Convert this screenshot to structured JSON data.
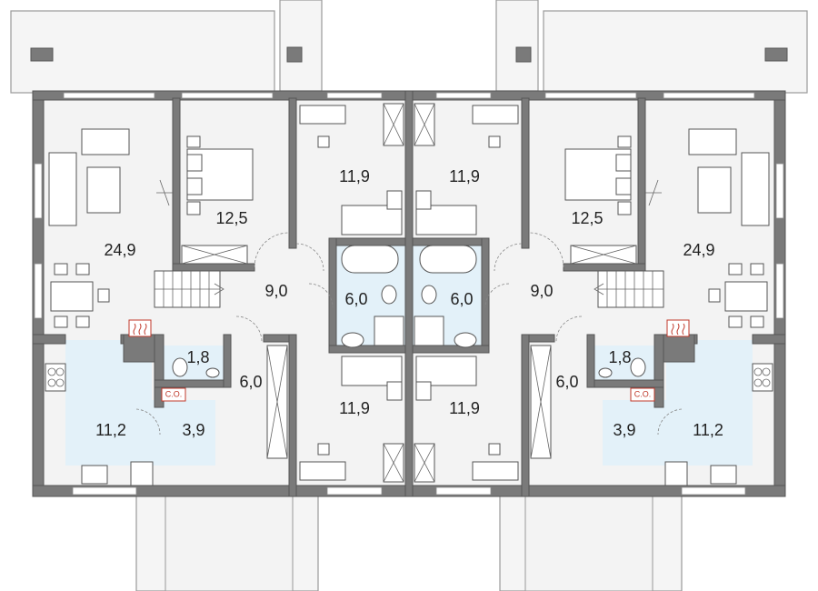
{
  "diagram": {
    "rooms": [
      {
        "id": "living-left",
        "label": "24,9"
      },
      {
        "id": "bedroom-left",
        "label": "12,5"
      },
      {
        "id": "room-top-left",
        "label": "11,9"
      },
      {
        "id": "room-top-right",
        "label": "11,9"
      },
      {
        "id": "bedroom-right",
        "label": "12,5"
      },
      {
        "id": "living-right",
        "label": "24,9"
      },
      {
        "id": "hall-left",
        "label": "9,0"
      },
      {
        "id": "bath-left",
        "label": "6,0"
      },
      {
        "id": "bath-right",
        "label": "6,0"
      },
      {
        "id": "hall-right",
        "label": "9,0"
      },
      {
        "id": "wc-left",
        "label": "1,8"
      },
      {
        "id": "wc-right",
        "label": "1,8"
      },
      {
        "id": "corridor-left",
        "label": "6,0"
      },
      {
        "id": "corridor-right",
        "label": "6,0"
      },
      {
        "id": "kitchen-left",
        "label": "11,2"
      },
      {
        "id": "utility-left",
        "label": "3,9"
      },
      {
        "id": "room-bottom-left",
        "label": "11,9"
      },
      {
        "id": "room-bottom-right",
        "label": "11,9"
      },
      {
        "id": "utility-right",
        "label": "3,9"
      },
      {
        "id": "kitchen-right",
        "label": "11,2"
      }
    ],
    "boiler_label": "C.O."
  }
}
